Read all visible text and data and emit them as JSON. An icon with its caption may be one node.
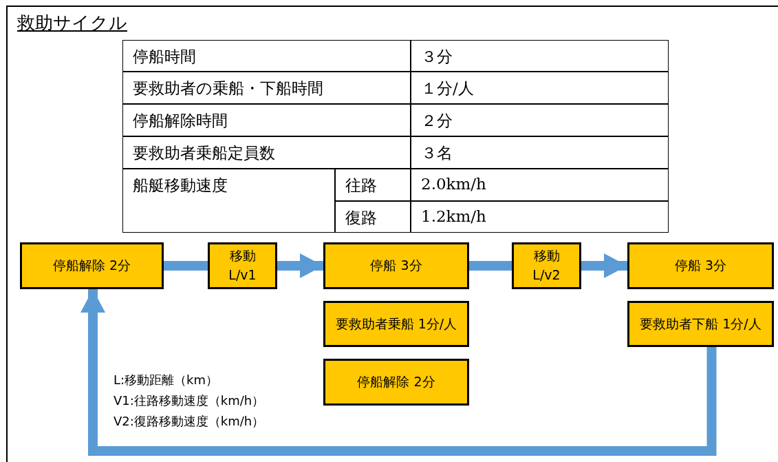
{
  "diagram": {
    "title": "救助サイクル",
    "nodes": [
      {
        "text": [
          "停船解除 2分"
        ]
      },
      {
        "text": [
          "移動 L/v1"
        ]
      },
      {
        "text": [
          "停船 3分"
        ]
      },
      {
        "text": [
          "要救助者乗船 1分/人"
        ]
      },
      {
        "text": [
          "停船解除 2分"
        ]
      },
      {
        "text": [
          "移動 L/v2"
        ]
      },
      {
        "text": [
          "停船 3分"
        ]
      },
      {
        "text": [
          "要救助者下船 1分/人"
        ]
      }
    ],
    "edges": [
      {
        "from": 0,
        "to": 1,
        "arrow": "none"
      },
      {
        "from": 1,
        "to": 2,
        "arrow": "to"
      },
      {
        "from": 2,
        "to": 5,
        "arrow": "none"
      },
      {
        "from": 5,
        "to": 6,
        "arrow": "to"
      },
      {
        "from": 7,
        "to": 0,
        "arrow": "to"
      }
    ],
    "labels": [
      "停船時間",
      "３分",
      "要救助者の乗船・下船時間",
      "１分/人",
      "停船解除時間",
      "２分",
      "要救助者乗船定員数",
      "３名",
      "船艇移動速度",
      "往路",
      "2.0km/h",
      "復路",
      "1.2km/h",
      "L:移動距離（km）",
      "V1:往路移動速度（km/h）",
      "V2:復路移動速度（km/h）"
    ]
  }
}
